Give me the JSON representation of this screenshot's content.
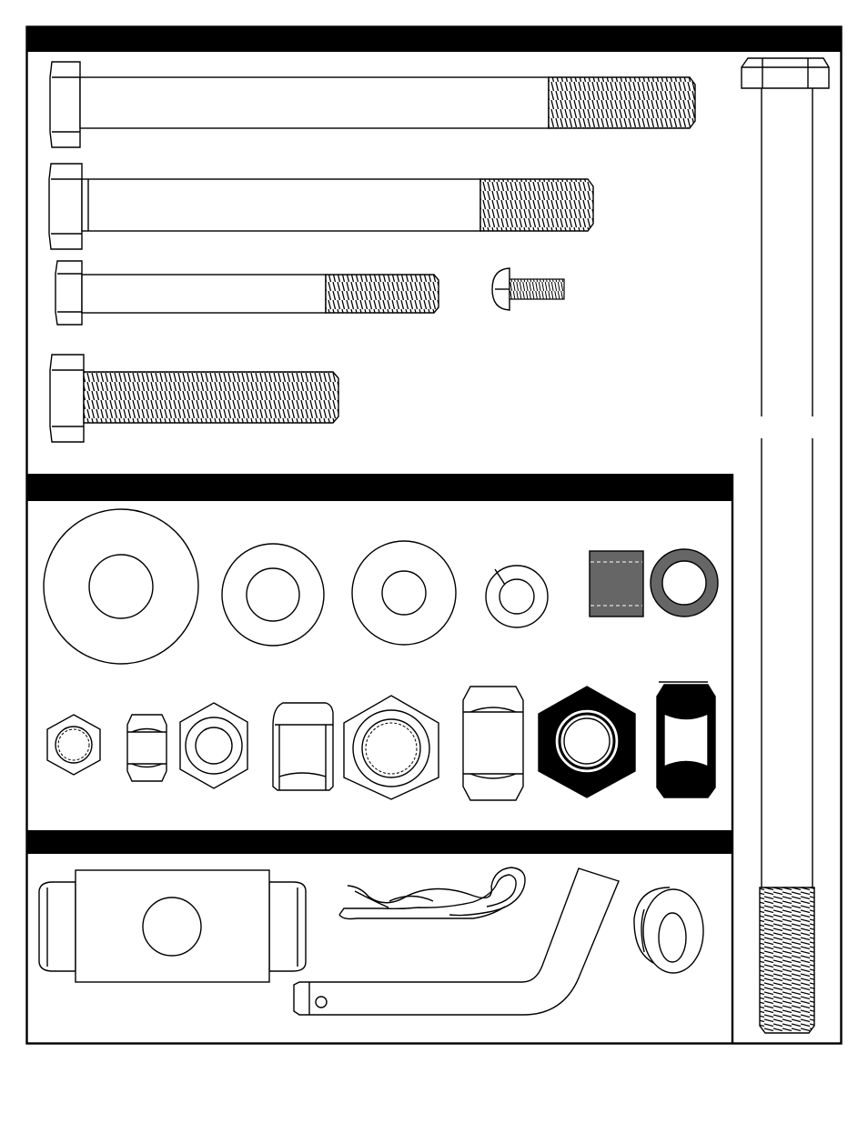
{
  "sheet": {
    "kind": "hardware-identification-sheet",
    "header_bar_color": "#000000",
    "dark_part_color": "#666666",
    "sections": [
      {
        "id": "bolts"
      },
      {
        "id": "washers-and-nuts"
      },
      {
        "id": "pins-and-clips"
      }
    ]
  }
}
